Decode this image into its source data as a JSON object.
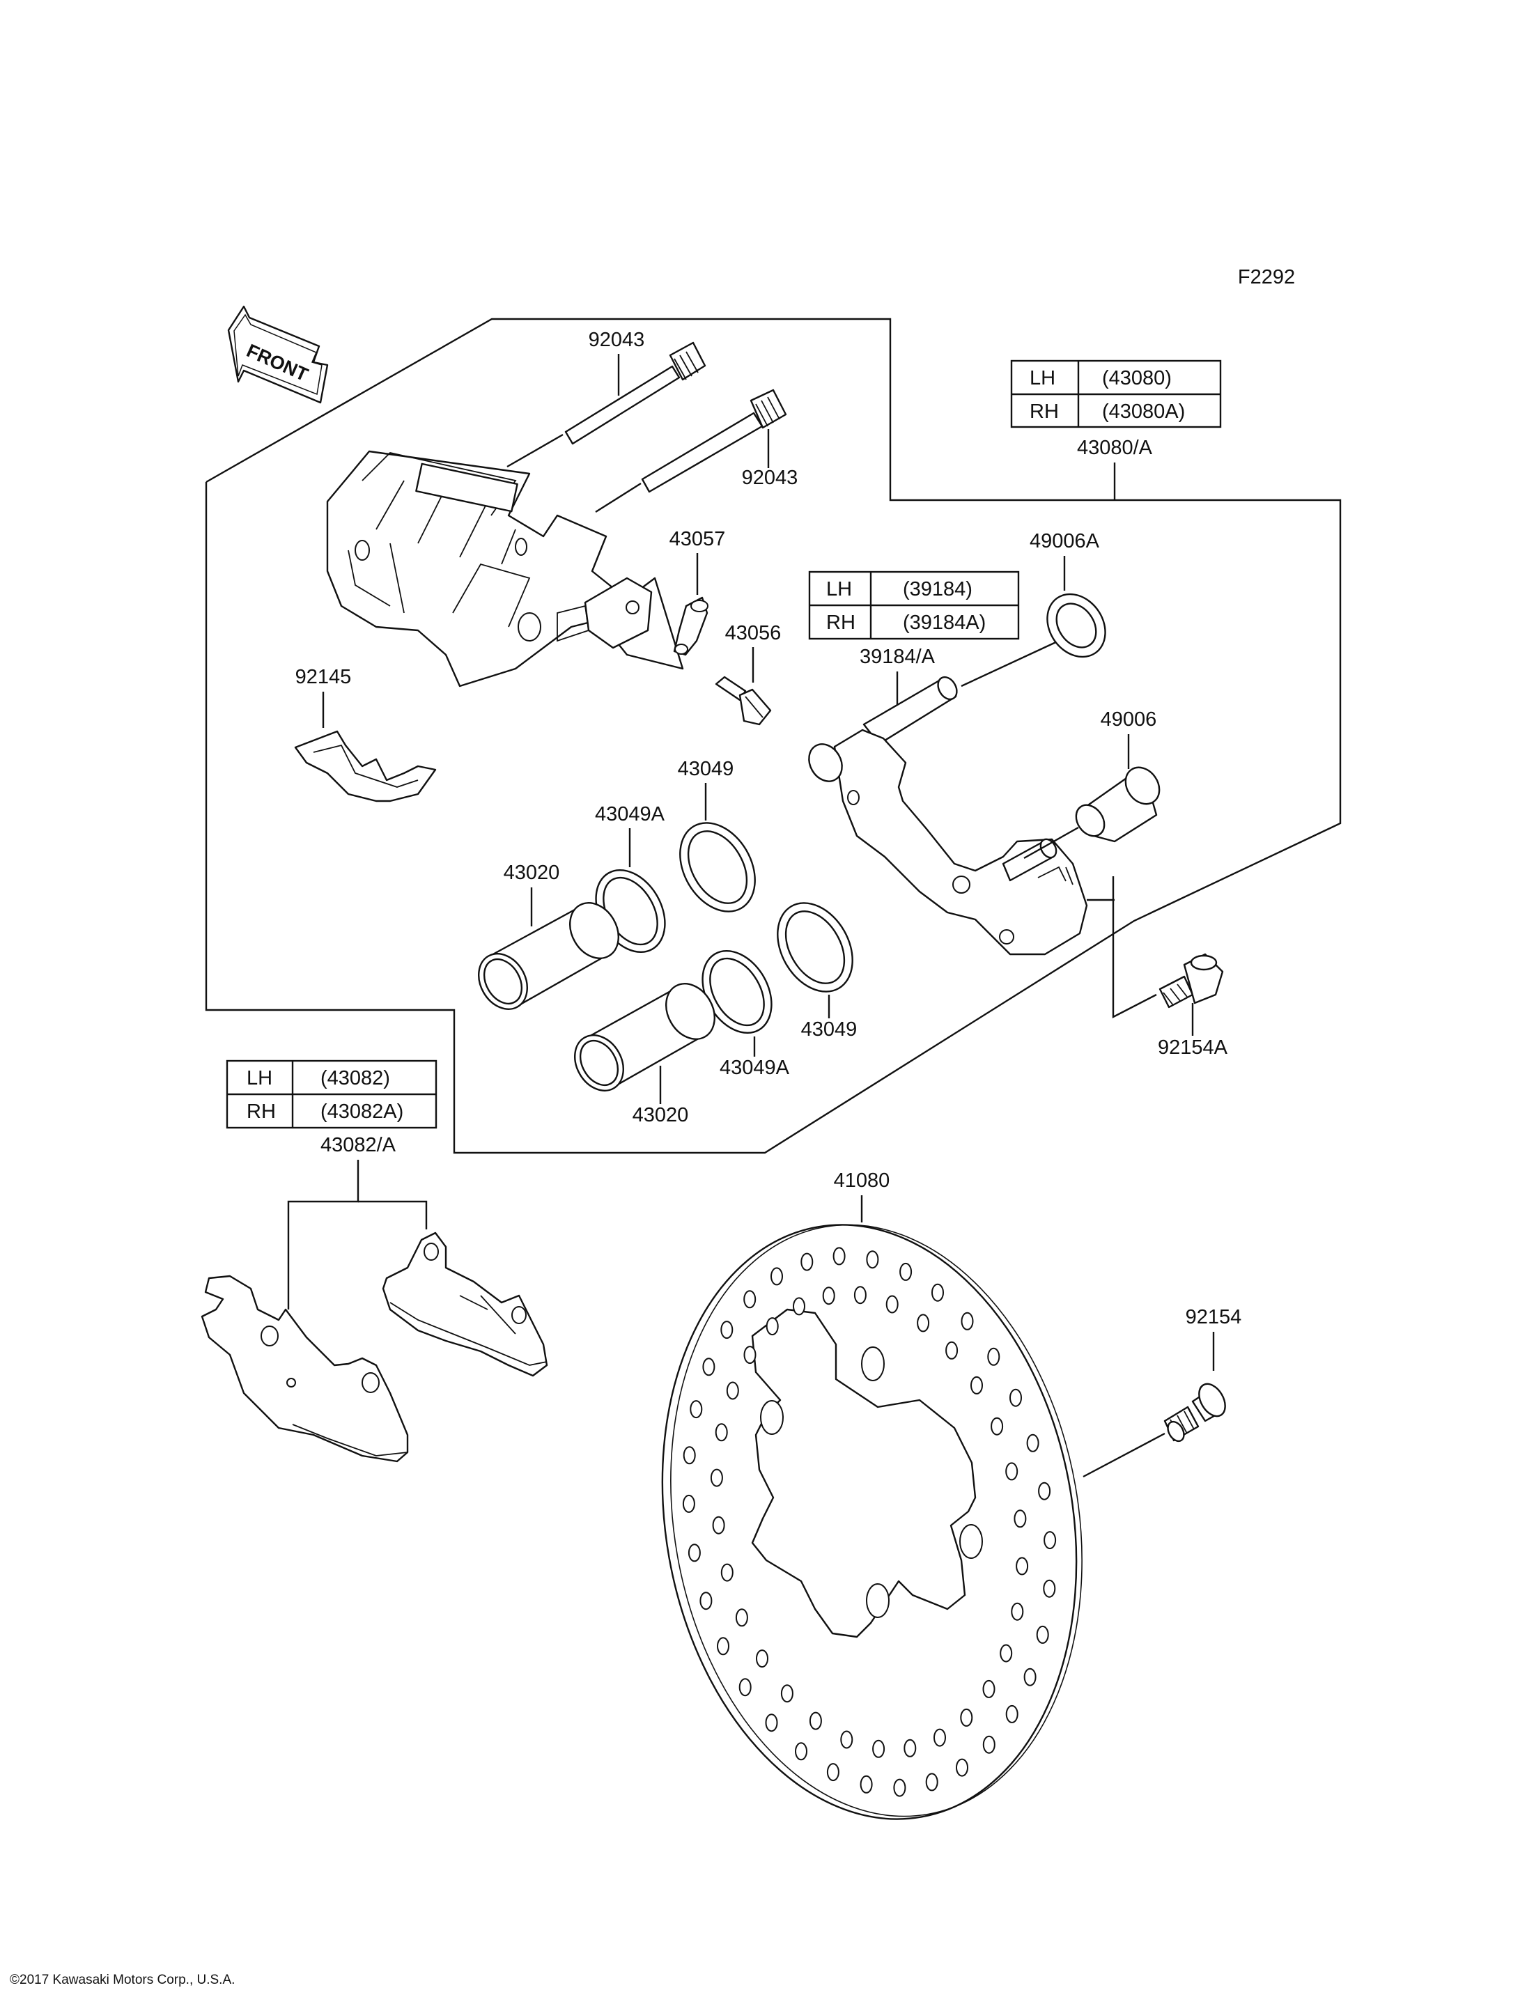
{
  "figure_id": "F2292",
  "copyright": "©2017 Kawasaki Motors Corp., U.S.A.",
  "front_arrow": "FRONT",
  "tables": {
    "assembly_43080": {
      "rows": [
        {
          "side": "LH",
          "part": "(43080)"
        },
        {
          "side": "RH",
          "part": "(43080A)"
        }
      ],
      "caption": "43080/A"
    },
    "holder_39184": {
      "rows": [
        {
          "side": "LH",
          "part": "(39184)"
        },
        {
          "side": "RH",
          "part": "(39184A)"
        }
      ],
      "caption": "39184/A"
    },
    "pads_43082": {
      "rows": [
        {
          "side": "LH",
          "part": "(43082)"
        },
        {
          "side": "RH",
          "part": "(43082A)"
        }
      ],
      "caption": "43082/A"
    }
  },
  "labels": {
    "pin_upper": "92043",
    "pin_lower": "92043",
    "p43057": "43057",
    "p43056": "43056",
    "p49006A": "49006A",
    "p49006": "49006",
    "p92145": "92145",
    "p43049_top": "43049",
    "p43049A_top": "43049A",
    "p43020_top": "43020",
    "p43049_bottom": "43049",
    "p43049A_bottom": "43049A",
    "p43020_bottom": "43020",
    "p92154A": "92154A",
    "p41080": "41080",
    "p92154": "92154"
  }
}
